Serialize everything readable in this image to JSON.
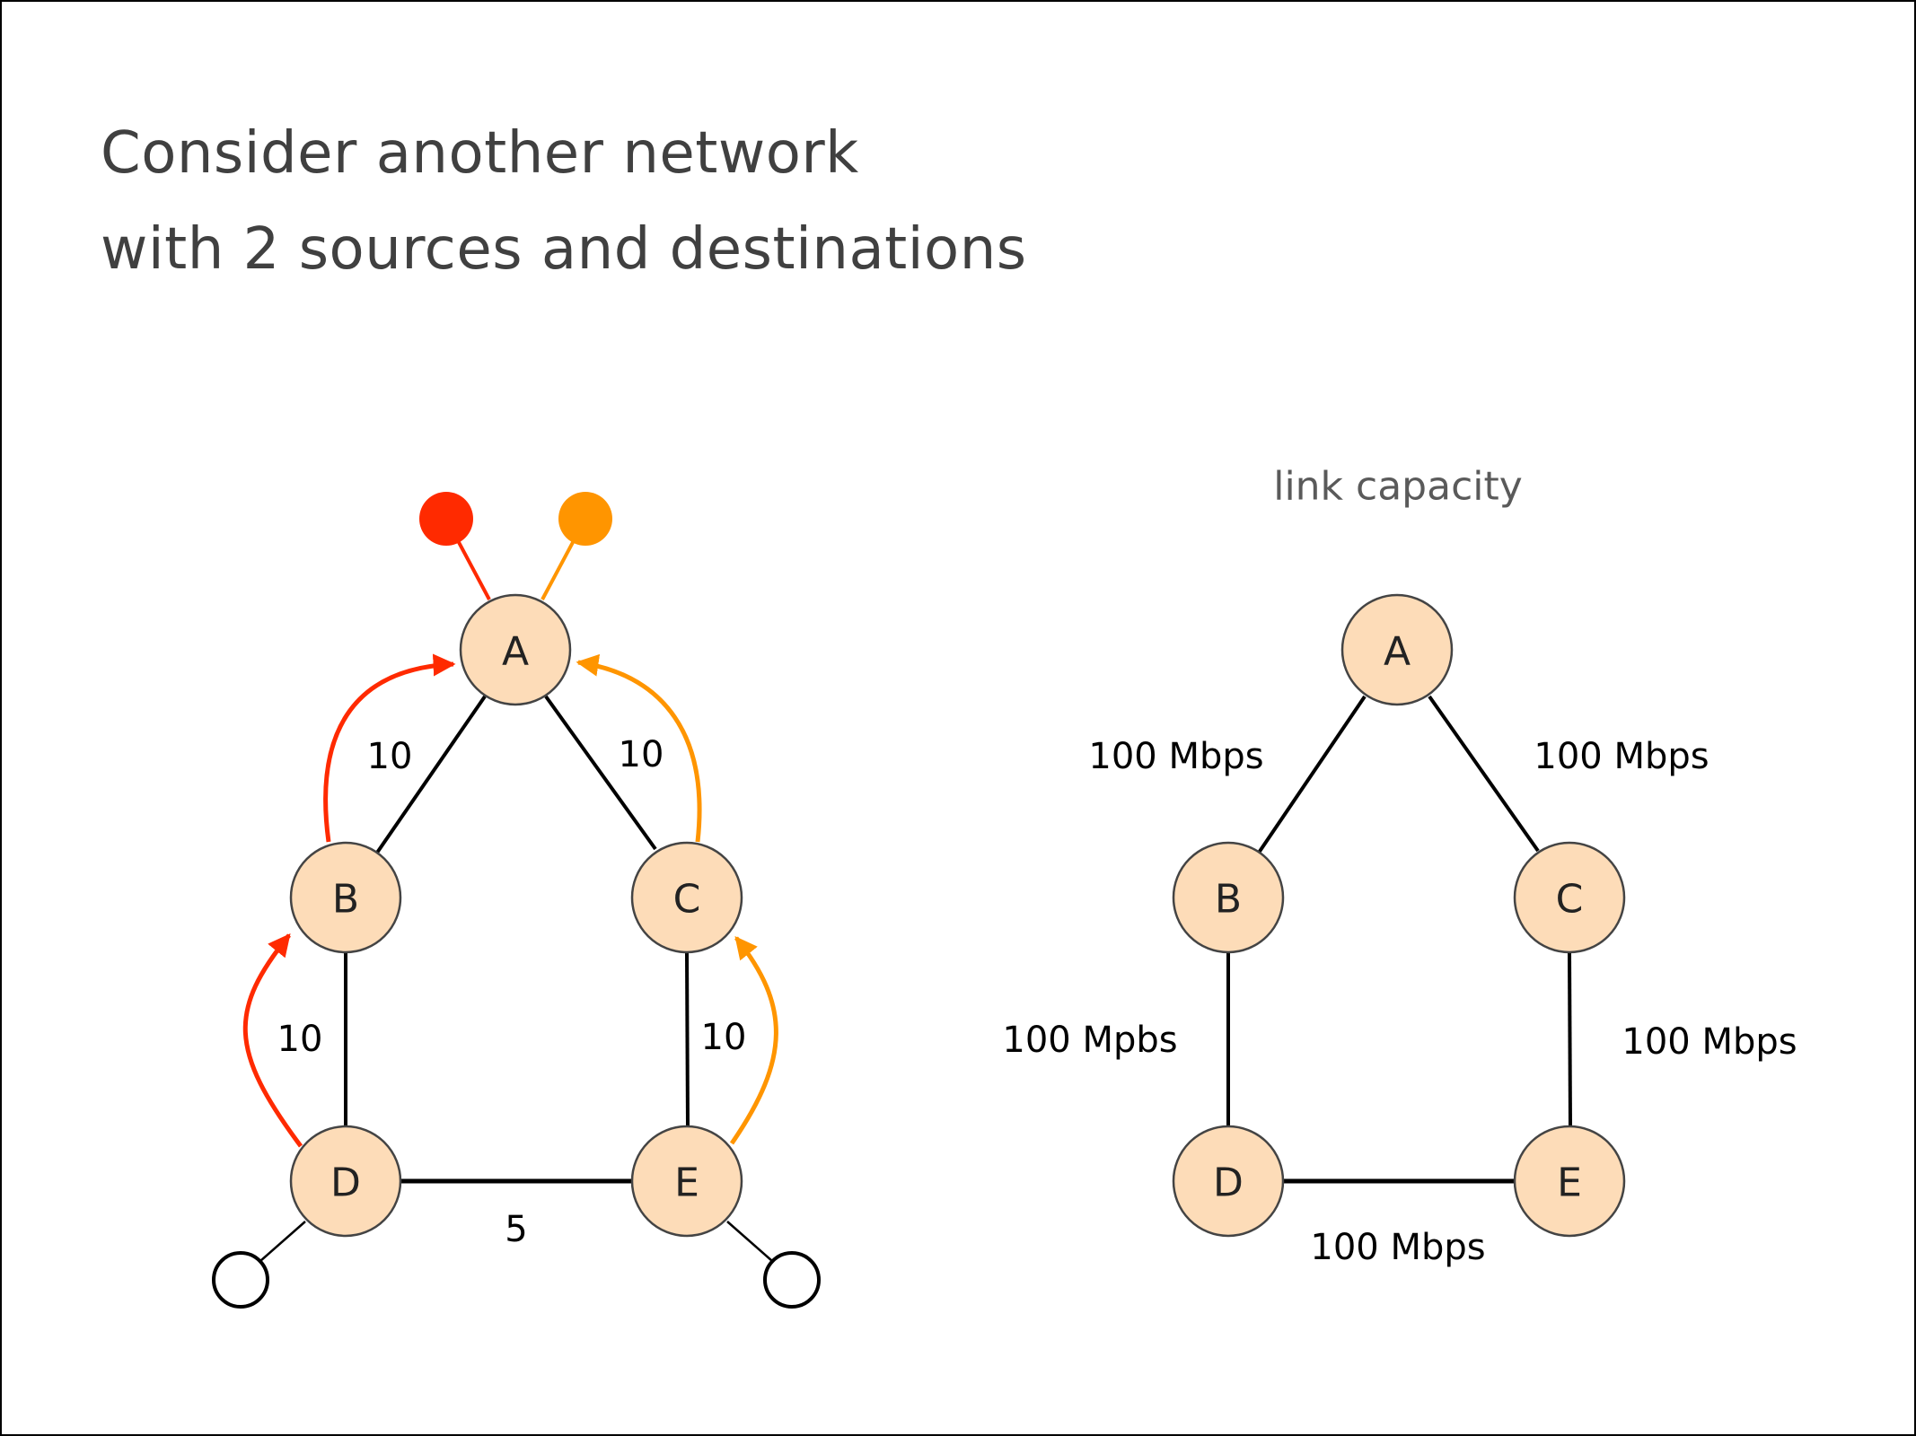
{
  "slide": {
    "title_lines": [
      "Consider another network",
      "with 2 sources and destinations"
    ]
  },
  "colors": {
    "node_fill": "#fddcb8",
    "node_stroke": "#444444",
    "flow_red": "#ff2a00",
    "flow_orange": "#ff9500",
    "edge": "#000000"
  },
  "left_graph": {
    "nodes": [
      {
        "id": "A",
        "label": "A"
      },
      {
        "id": "B",
        "label": "B"
      },
      {
        "id": "C",
        "label": "C"
      },
      {
        "id": "D",
        "label": "D"
      },
      {
        "id": "E",
        "label": "E"
      }
    ],
    "edges": [
      {
        "from": "A",
        "to": "B",
        "label": "10"
      },
      {
        "from": "A",
        "to": "C",
        "label": "10"
      },
      {
        "from": "B",
        "to": "D",
        "label": "10"
      },
      {
        "from": "C",
        "to": "E",
        "label": "10"
      },
      {
        "from": "D",
        "to": "E",
        "label": "5"
      }
    ],
    "destinations": [
      {
        "attached_to": "A",
        "color": "red"
      },
      {
        "attached_to": "A",
        "color": "orange"
      }
    ],
    "sources": [
      {
        "attached_to": "D"
      },
      {
        "attached_to": "E"
      }
    ],
    "flows": [
      {
        "color": "red",
        "path": [
          "D",
          "B",
          "A"
        ]
      },
      {
        "color": "orange",
        "path": [
          "E",
          "C",
          "A"
        ]
      }
    ]
  },
  "right_graph": {
    "title": "link capacity",
    "nodes": [
      {
        "id": "A",
        "label": "A"
      },
      {
        "id": "B",
        "label": "B"
      },
      {
        "id": "C",
        "label": "C"
      },
      {
        "id": "D",
        "label": "D"
      },
      {
        "id": "E",
        "label": "E"
      }
    ],
    "edges": [
      {
        "from": "A",
        "to": "B",
        "label": "100 Mbps"
      },
      {
        "from": "A",
        "to": "C",
        "label": "100 Mbps"
      },
      {
        "from": "B",
        "to": "D",
        "label": "100 Mpbs"
      },
      {
        "from": "C",
        "to": "E",
        "label": "100 Mbps"
      },
      {
        "from": "D",
        "to": "E",
        "label": "100 Mbps"
      }
    ]
  }
}
